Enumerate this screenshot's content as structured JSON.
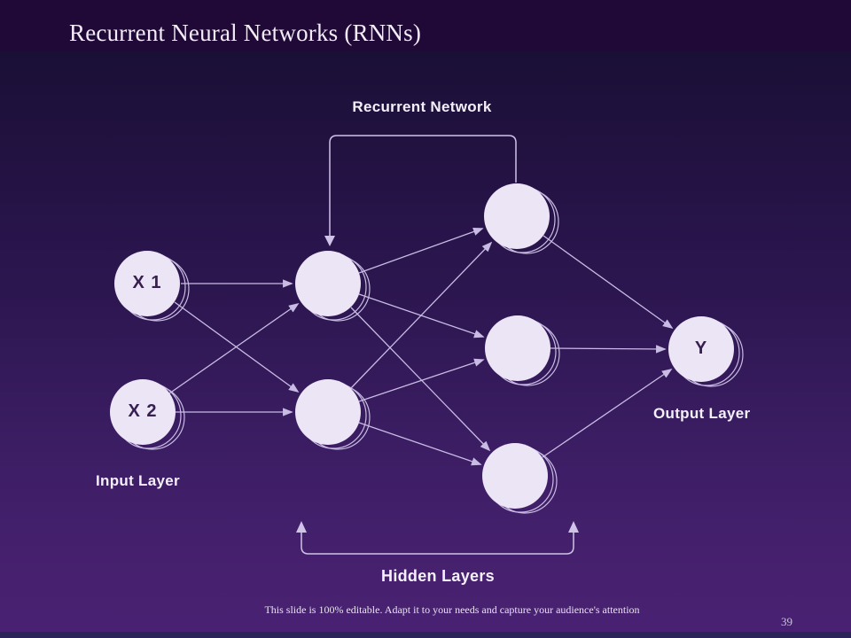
{
  "slide": {
    "title": "Recurrent Neural Networks (RNNs)",
    "footer": "This slide is 100% editable. Adapt it to your needs and capture your audience's attention",
    "page_number": "39"
  },
  "diagram": {
    "recurrent_label": "Recurrent Network",
    "input_layer_label": "Input Layer",
    "hidden_layers_label": "Hidden Layers",
    "output_layer_label": "Output Layer",
    "nodes": {
      "x1": "X 1",
      "x2": "X 2",
      "y": "Y"
    },
    "structure": {
      "input_nodes": 2,
      "hidden_layer1_nodes": 2,
      "hidden_layer2_nodes": 3,
      "output_nodes": 1,
      "recurrent_connection": "hidden2-top loops back to hidden1-top"
    }
  },
  "colors": {
    "background_top": "#1a1036",
    "background_bottom": "#482173",
    "title_bar": "#200837",
    "bottom_strip": "#2a2458",
    "node_fill": "#ebe5f6",
    "node_text": "#372050",
    "line": "#c9bce4",
    "label_text": "#f4f0fa"
  }
}
